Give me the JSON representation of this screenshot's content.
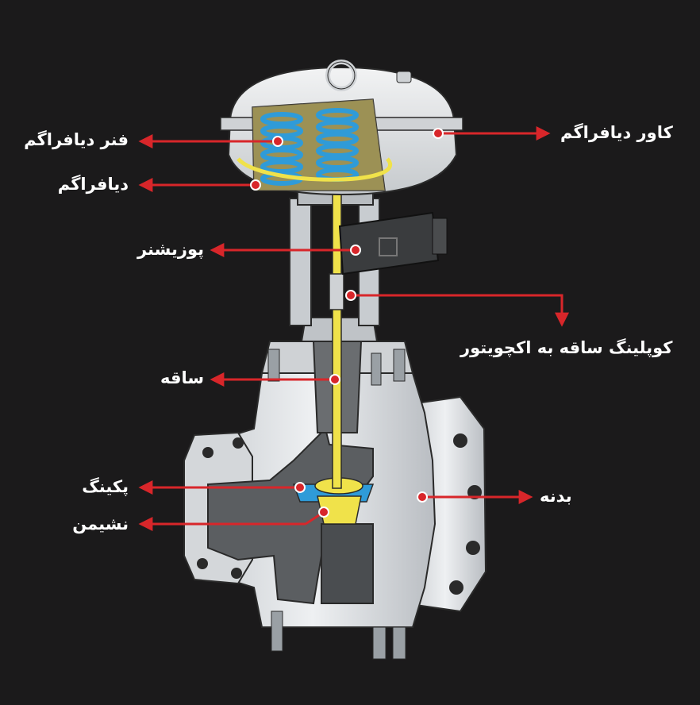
{
  "colors": {
    "background": "#1b1a1b",
    "leader": "#d8262a",
    "label_text": "#ffffff",
    "valve_metal": "#d9dcdf",
    "cutaway": "#5b5e61",
    "spring": "#2f9bd8",
    "stem": "#f0e24a"
  },
  "labels": {
    "diaphragm_spring": "فنر دیافراگم",
    "diaphragm": "دیافراگم",
    "positioner": "پوزیشنر",
    "stem": "ساقه",
    "packing": "پکینگ",
    "seat": "نشیمن",
    "diaphragm_cover": "کاور دیافراگم",
    "stem_coupling": "کوپلینگ ساقه به اکچویتور",
    "body": "بدنه"
  }
}
